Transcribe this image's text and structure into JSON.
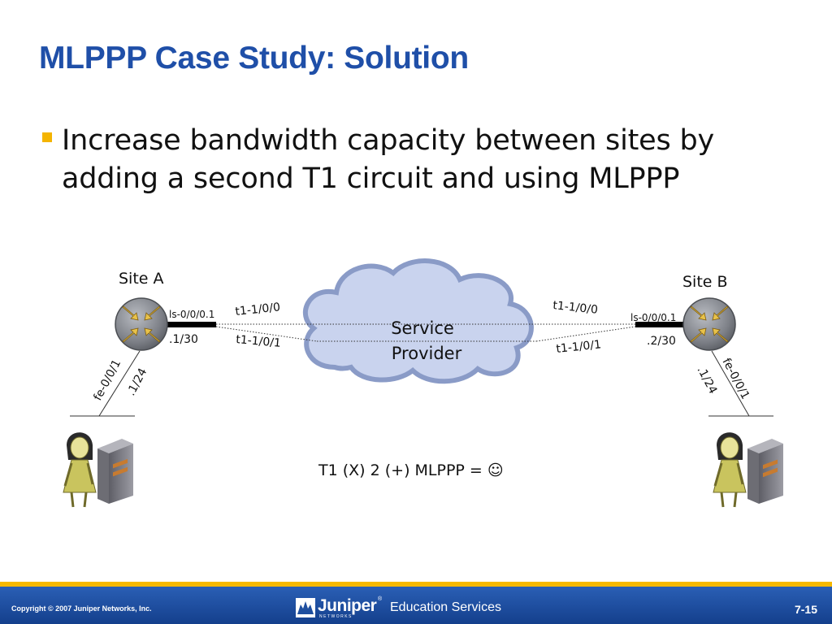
{
  "slide": {
    "title": "MLPPP Case Study: Solution",
    "bullet": "Increase bandwidth capacity between sites by adding a second T1 circuit and using MLPPP"
  },
  "diagram": {
    "site_a": {
      "label": "Site A",
      "ls_interface": "ls-0/0/0.1",
      "ls_address": ".1/30",
      "fe_interface": "fe-0/0/1",
      "fe_address": ".1/24"
    },
    "site_b": {
      "label": "Site B",
      "ls_interface": "ls-0/0/0.1",
      "ls_address": ".2/30",
      "fe_interface": "fe-0/0/1",
      "fe_address": ".1/24"
    },
    "links": {
      "a_top": "t1-1/0/0",
      "a_bottom": "t1-1/0/1",
      "b_top": "t1-1/0/0",
      "b_bottom": "t1-1/0/1"
    },
    "cloud": {
      "line1": "Service",
      "line2": "Provider"
    },
    "equation": "T1 (X) 2 (+) MLPPP = ☺"
  },
  "footer": {
    "copyright": "Copyright © 2007 Juniper Networks, Inc.",
    "brand": "Juniper",
    "brand_sub": "NETWORKS",
    "reg_mark": "®",
    "section": "Education Services",
    "page": "7-15"
  },
  "colors": {
    "title": "#1f4fa8",
    "bullet": "#f4b400",
    "cloud_fill": "#c9d3ee",
    "cloud_stroke": "#8a9bc7",
    "footer_bar": "#1f4f9f",
    "footer_stripe": "#f5b800"
  }
}
